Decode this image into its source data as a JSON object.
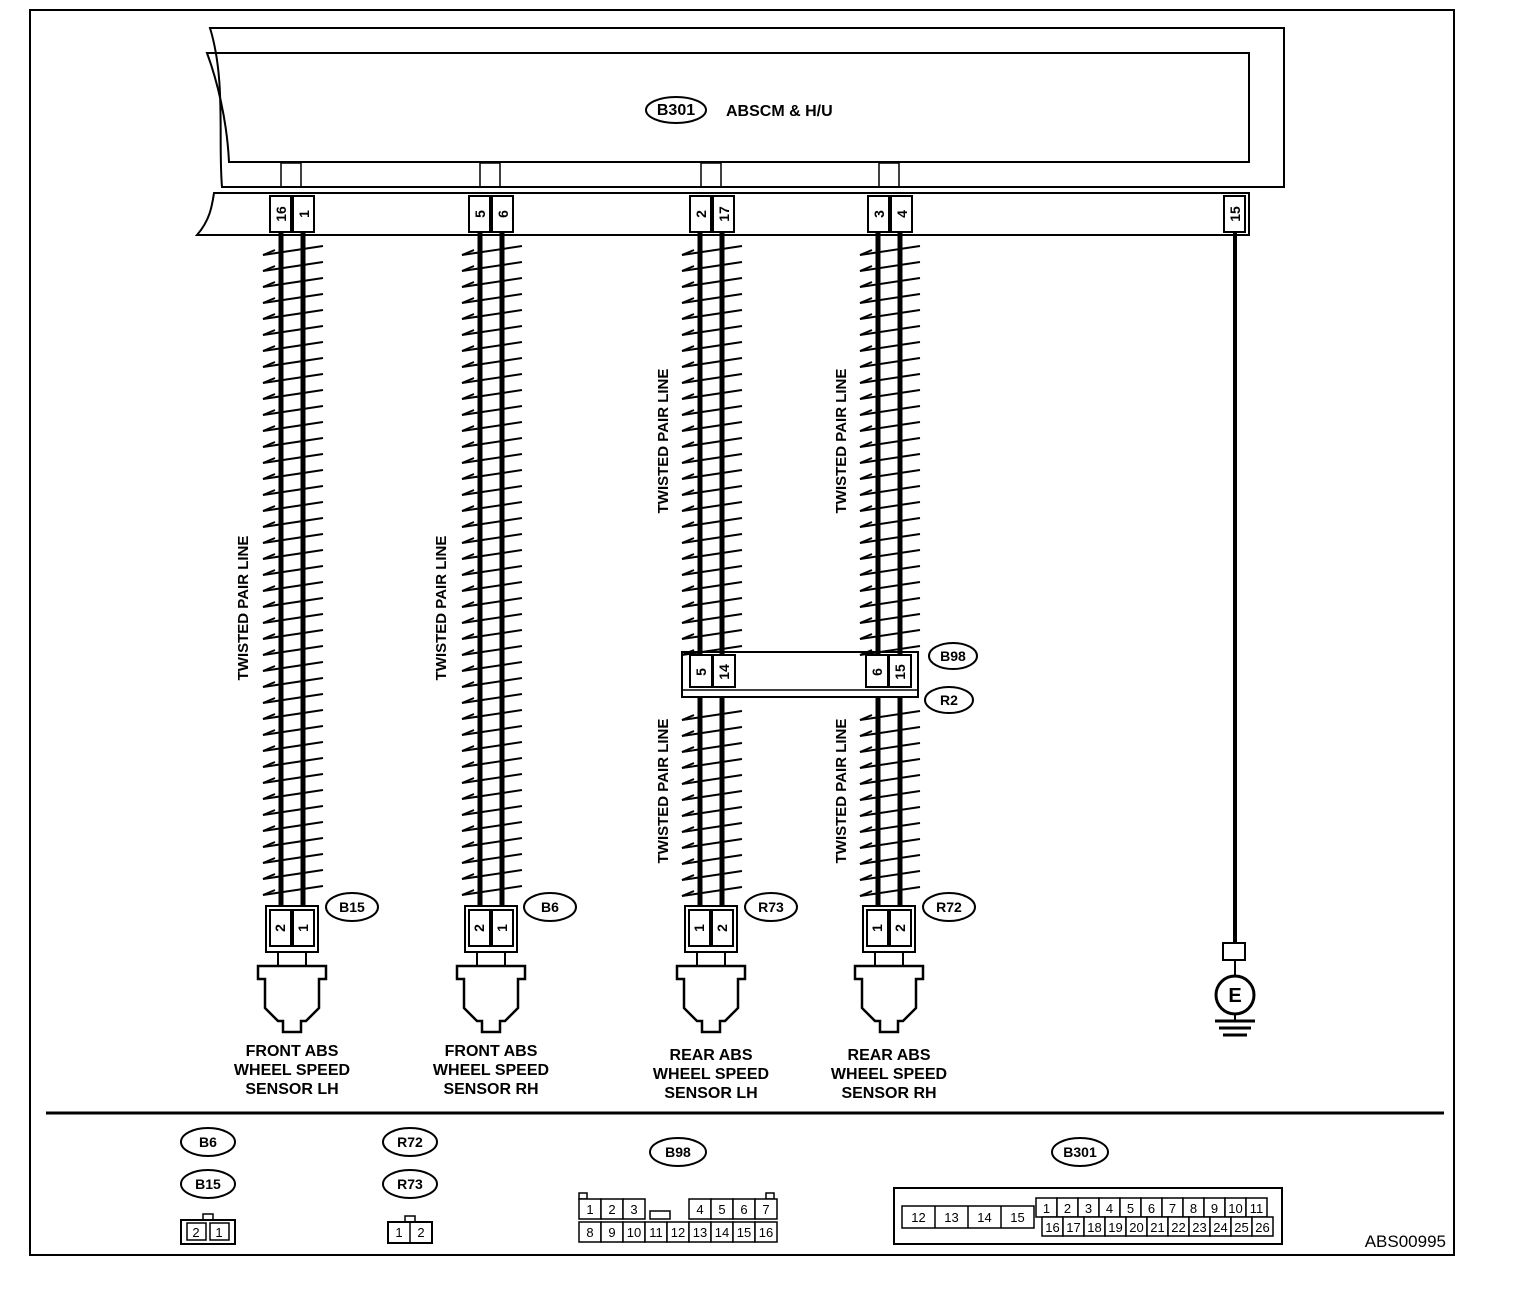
{
  "module": {
    "connector": "B301",
    "name": "ABSCM & H/U"
  },
  "module_pins": {
    "p16": "16",
    "p1": "1",
    "p5": "5",
    "p6": "6",
    "p2": "2",
    "p17": "17",
    "p3": "3",
    "p4": "4",
    "p15": "15"
  },
  "twisted_label": "TWISTED PAIR LINE",
  "junction": {
    "top_connector": "B98",
    "bottom_connector": "R2",
    "pins": [
      "5",
      "14",
      "6",
      "15"
    ]
  },
  "sensors": [
    {
      "connector": "B15",
      "pins": [
        "2",
        "1"
      ],
      "lines": [
        "FRONT ABS",
        "WHEEL SPEED",
        "SENSOR LH"
      ]
    },
    {
      "connector": "B6",
      "pins": [
        "2",
        "1"
      ],
      "lines": [
        "FRONT ABS",
        "WHEEL SPEED",
        "SENSOR RH"
      ]
    },
    {
      "connector": "R73",
      "pins": [
        "1",
        "2"
      ],
      "lines": [
        "REAR ABS",
        "WHEEL SPEED",
        "SENSOR LH"
      ]
    },
    {
      "connector": "R72",
      "pins": [
        "1",
        "2"
      ],
      "lines": [
        "REAR ABS",
        "WHEEL SPEED",
        "SENSOR RH"
      ]
    }
  ],
  "ground": "E",
  "legend": {
    "group1": {
      "labels": [
        "B6",
        "B15"
      ],
      "pins": [
        "2",
        "1"
      ]
    },
    "group2": {
      "labels": [
        "R72",
        "R73"
      ],
      "pins": [
        "1",
        "2"
      ]
    },
    "group3": {
      "label": "B98",
      "row1": [
        "1",
        "2",
        "3",
        "4",
        "5",
        "6",
        "7"
      ],
      "row2": [
        "8",
        "9",
        "10",
        "11",
        "12",
        "13",
        "14",
        "15",
        "16"
      ]
    },
    "group4": {
      "label": "B301",
      "left": [
        "12",
        "13",
        "14",
        "15"
      ],
      "row1": [
        "1",
        "2",
        "3",
        "4",
        "5",
        "6",
        "7",
        "8",
        "9",
        "10",
        "11"
      ],
      "row2": [
        "16",
        "17",
        "18",
        "19",
        "20",
        "21",
        "22",
        "23",
        "24",
        "25",
        "26"
      ]
    }
  },
  "figure_code": "ABS00995"
}
